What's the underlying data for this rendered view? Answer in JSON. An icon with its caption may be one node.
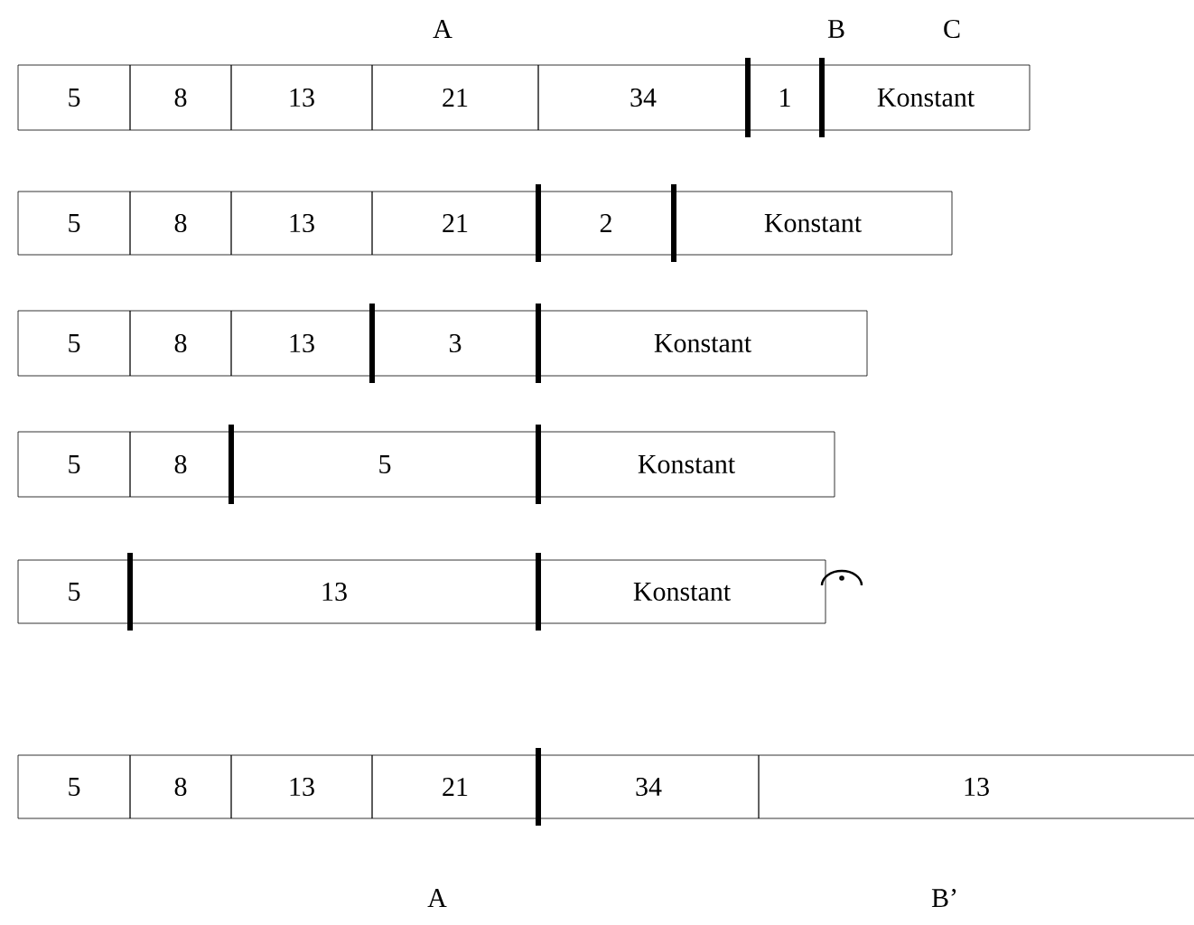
{
  "diagram": {
    "nodes": [
      {
        "text": [
          "5"
        ]
      },
      {
        "text": [
          "8"
        ]
      },
      {
        "text": [
          "13"
        ]
      },
      {
        "text": [
          "21"
        ]
      },
      {
        "text": [
          "34"
        ]
      },
      {
        "text": [
          "1"
        ]
      },
      {
        "text": [
          "Konstant"
        ]
      },
      {
        "text": [
          "5"
        ]
      },
      {
        "text": [
          "8"
        ]
      },
      {
        "text": [
          "13"
        ]
      },
      {
        "text": [
          "21"
        ]
      },
      {
        "text": [
          "2"
        ]
      },
      {
        "text": [
          "Konstant"
        ]
      },
      {
        "text": [
          "5"
        ]
      },
      {
        "text": [
          "8"
        ]
      },
      {
        "text": [
          "13"
        ]
      },
      {
        "text": [
          "3"
        ]
      },
      {
        "text": [
          "Konstant"
        ]
      },
      {
        "text": [
          "5"
        ]
      },
      {
        "text": [
          "8"
        ]
      },
      {
        "text": [
          "5"
        ]
      },
      {
        "text": [
          "Konstant"
        ]
      },
      {
        "text": [
          "5"
        ]
      },
      {
        "text": [
          "13"
        ]
      },
      {
        "text": [
          "Konstant"
        ]
      },
      {
        "text": [
          "5"
        ]
      },
      {
        "text": [
          "8"
        ]
      },
      {
        "text": [
          "13"
        ]
      },
      {
        "text": [
          "21"
        ]
      },
      {
        "text": [
          "34"
        ]
      },
      {
        "text": [
          "13"
        ]
      }
    ],
    "labels": [
      "A",
      "B",
      "C",
      "A",
      "B’"
    ]
  }
}
